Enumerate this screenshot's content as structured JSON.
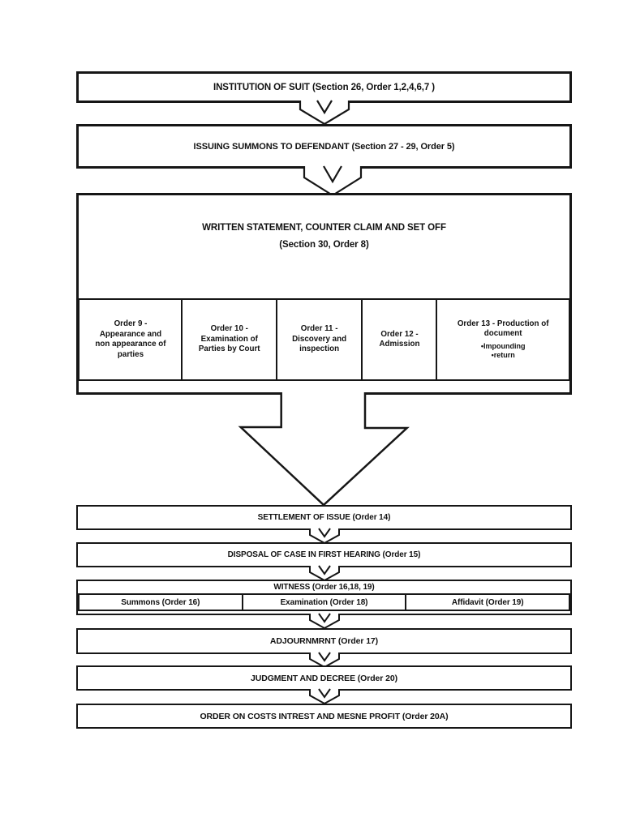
{
  "diagram": {
    "colors": {
      "line": "#161616",
      "text": "#111111",
      "background": "#ffffff"
    },
    "institution": {
      "label": "INSTITUTION OF SUIT (Section 26, Order 1,2,4,6,7 )"
    },
    "summons": {
      "label": "ISSUING SUMMONS TO DEFENDANT (Section 27 - 29, Order 5)"
    },
    "written_statement": {
      "title_line1": "WRITTEN STATEMENT, COUNTER CLAIM AND SET OFF",
      "title_line2": "(Section 30, Order 8)",
      "orders": [
        {
          "lines": [
            "Order 9 -",
            "Appearance and",
            "non appearance of",
            "parties"
          ]
        },
        {
          "lines": [
            "Order 10 -",
            "Examination of",
            "Parties by Court"
          ]
        },
        {
          "lines": [
            "Order 11 -",
            "Discovery and",
            "inspection"
          ]
        },
        {
          "lines": [
            "Order 12 -",
            "Admission"
          ]
        },
        {
          "lines": [
            "Order 13 - Production of",
            "document"
          ],
          "bullets": [
            "•Impounding",
            "•return"
          ]
        }
      ]
    },
    "settlement": {
      "label": "SETTLEMENT OF ISSUE (Order 14)"
    },
    "disposal": {
      "label": "DISPOSAL OF CASE IN FIRST HEARING (Order 15)"
    },
    "witness": {
      "header": "WITNESS (Order 16,18, 19)",
      "columns": [
        "Summons (Order 16)",
        "Examination (Order 18)",
        "Affidavit (Order 19)"
      ]
    },
    "adjournment": {
      "label": "ADJOURNMRNT (Order 17)"
    },
    "judgment": {
      "label": "JUDGMENT AND DECREE (Order 20)"
    },
    "costs": {
      "label": "ORDER ON COSTS INTREST AND MESNE PROFIT (Order 20A)"
    }
  }
}
